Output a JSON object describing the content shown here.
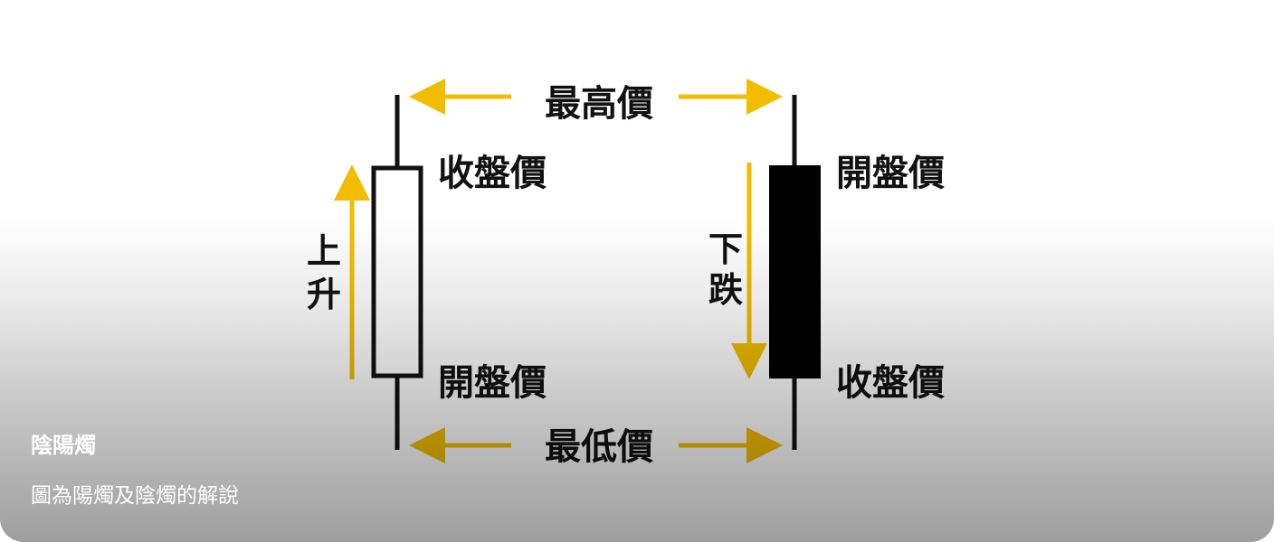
{
  "diagram": {
    "highest_price": "最高價",
    "lowest_price": "最低價",
    "yang": {
      "top_label": "收盤價",
      "bottom_label": "開盤價",
      "direction_char_1": "上",
      "direction_char_2": "升"
    },
    "yin": {
      "top_label": "開盤價",
      "bottom_label": "收盤價",
      "direction_char_1": "下",
      "direction_char_2": "跌"
    },
    "colors": {
      "arrow": "#f2bd00",
      "ink": "#111111",
      "yang_body": "#ffffff",
      "yin_body": "#000000"
    }
  },
  "caption": {
    "title": "陰陽燭",
    "description": "圖為陽燭及陰燭的解說"
  }
}
